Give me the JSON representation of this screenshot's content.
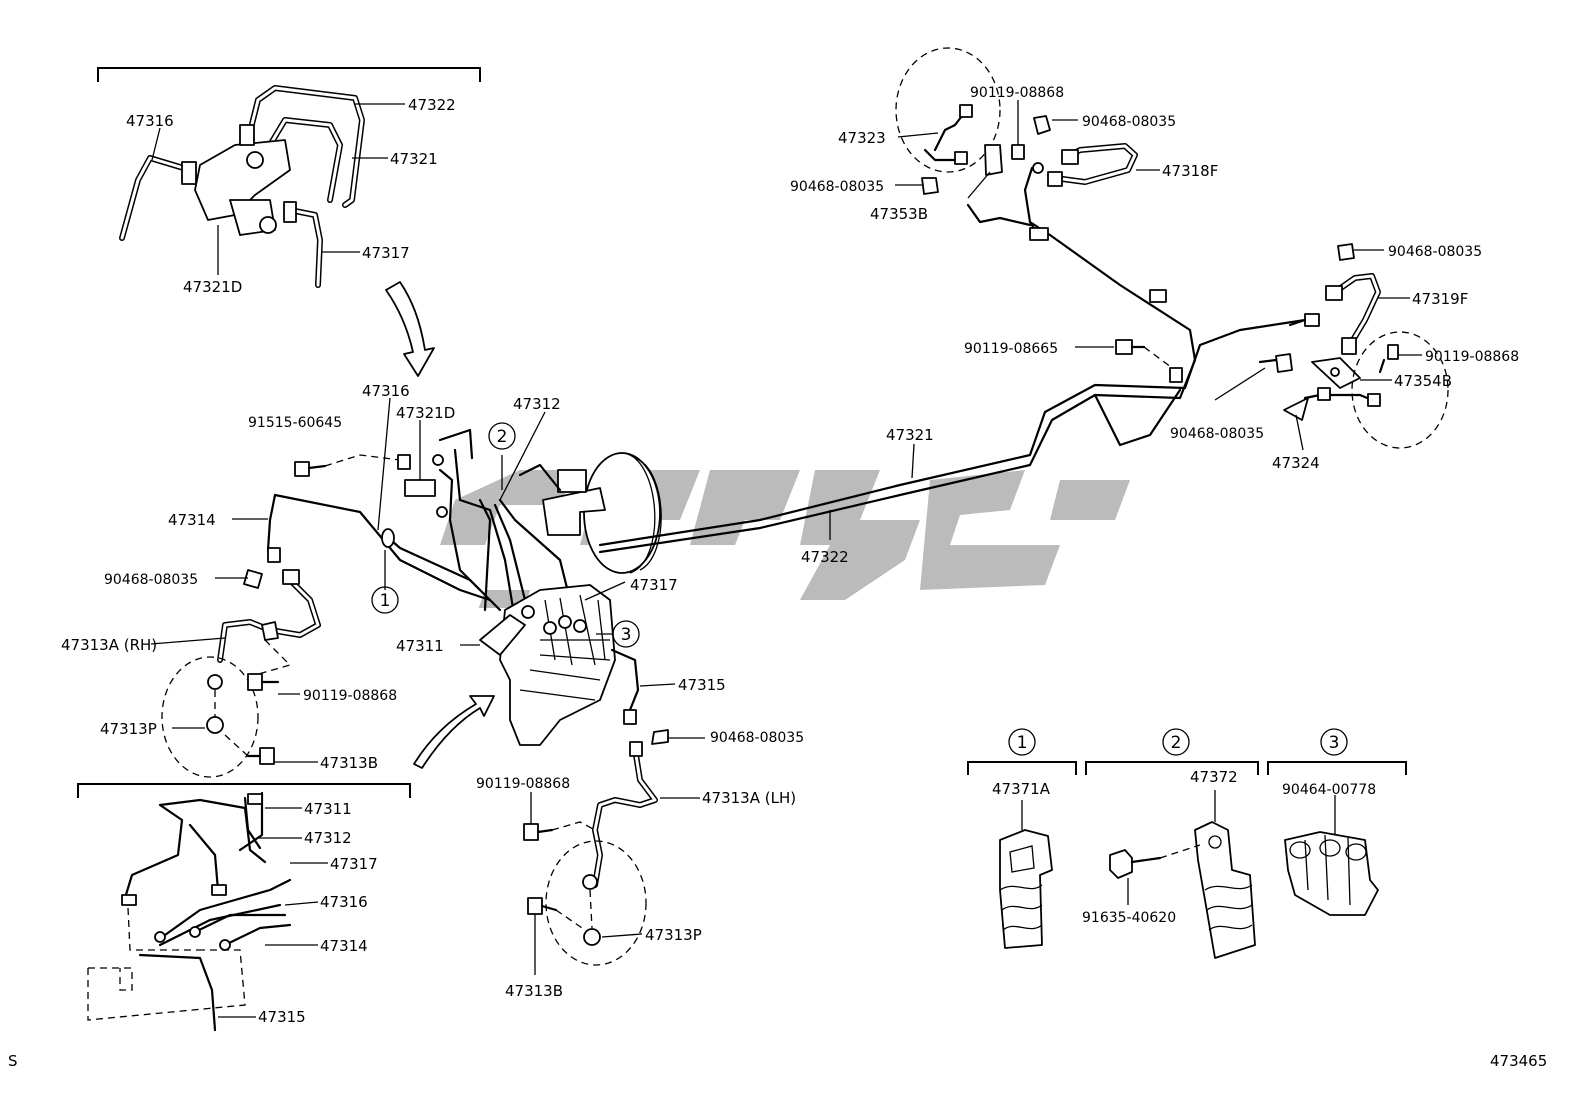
{
  "watermark": {
    "color": "#9a9a9a"
  },
  "labels": {
    "l_47316_top": "47316",
    "l_47322_top": "47322",
    "l_47321_top": "47321",
    "l_47317_top": "47317",
    "l_47321D_top": "47321D",
    "l_47316_mid": "47316",
    "l_47321D_mid": "47321D",
    "l_47312_mid": "47312",
    "l_91515": "91515-60645",
    "l_47314_mid": "47314",
    "l_90468_left": "90468-08035",
    "l_47313A_RH": "47313A (RH)",
    "l_90119_left": "90119-08868",
    "l_47313P_left": "47313P",
    "l_47313B_left": "47313B",
    "l_47311_mid": "47311",
    "l_47317_mid": "47317",
    "l_47315_mid": "47315",
    "l_90468_mid": "90468-08035",
    "l_47313A_LH": "47313A (LH)",
    "l_90119_mid": "90119-08868",
    "l_47313P_mid": "47313P",
    "l_47313B_mid": "47313B",
    "l_47321_main": "47321",
    "l_47322_main": "47322",
    "l_47323": "47323",
    "l_90119_tr1": "90119-08868",
    "l_90468_tr1": "90468-08035",
    "l_47318F": "47318F",
    "l_90468_tr2": "90468-08035",
    "l_47353B": "47353B",
    "l_90468_tr3": "90468-08035",
    "l_47319F": "47319F",
    "l_90119_08665": "90119-08665",
    "l_90119_tr2": "90119-08868",
    "l_47354B": "47354B",
    "l_90468_tr4": "90468-08035",
    "l_47324": "47324",
    "l_47311_bl": "47311",
    "l_47312_bl": "47312",
    "l_47317_bl": "47317",
    "l_47316_bl": "47316",
    "l_47314_bl": "47314",
    "l_47315_bl": "47315",
    "l_47371A": "47371A",
    "l_47372": "47372",
    "l_90464": "90464-00778",
    "l_91635": "91635-40620",
    "corner_left": "S",
    "corner_right": "473465"
  },
  "callouts": {
    "c1": "1",
    "c2": "2",
    "c3": "3",
    "legend1": "1",
    "legend2": "2",
    "legend3": "3"
  }
}
